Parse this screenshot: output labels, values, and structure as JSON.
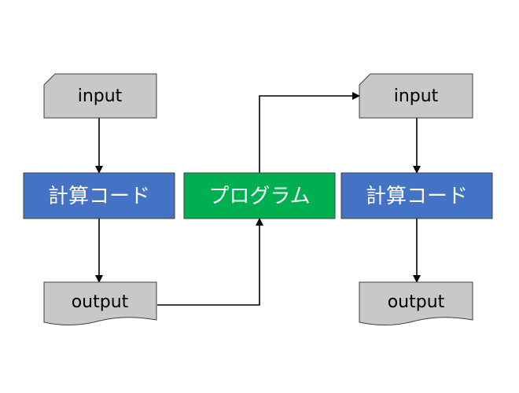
{
  "left": {
    "input": {
      "label": "input"
    },
    "compute": {
      "label": "計算コード"
    },
    "output": {
      "label": "output"
    }
  },
  "center": {
    "program": {
      "label": "プログラム"
    }
  },
  "right": {
    "input": {
      "label": "input"
    },
    "compute": {
      "label": "計算コード"
    },
    "output": {
      "label": "output"
    }
  },
  "colors": {
    "compute_fill": "#4472c4",
    "program_fill": "#00b050",
    "document_fill": "#c8c8c8",
    "text_dark": "#000000",
    "text_light": "#ffffff"
  }
}
